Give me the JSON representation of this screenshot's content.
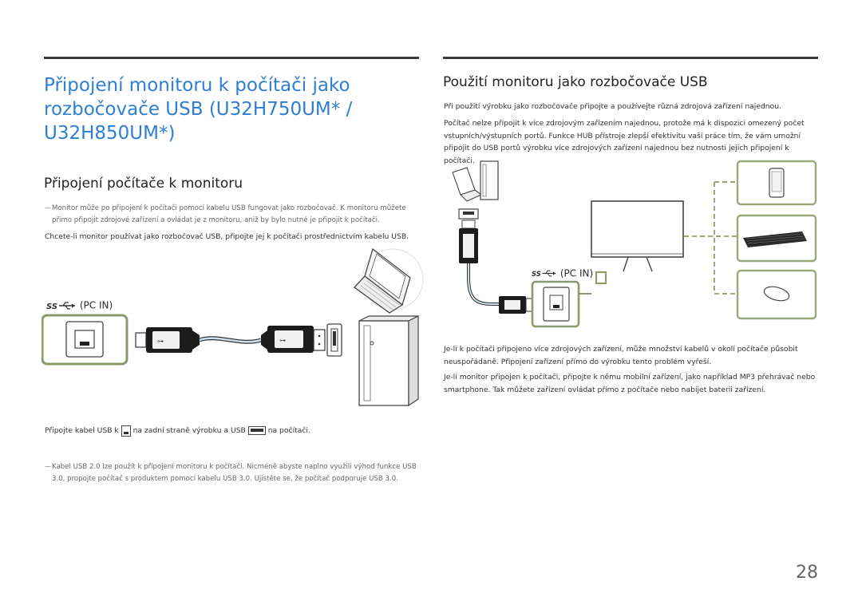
{
  "page": {
    "number": "28"
  },
  "left": {
    "title": "Připojení monitoru k počítači jako rozbočovače USB (U32H750UM* / U32H850UM*)",
    "section_heading": "Připojení počítače k monitoru",
    "note1": "Monitor může po připojení k počítači pomocí kabelu USB fungovat jako rozbočovač. K monitoru můžete přímo připojit zdrojové zařízení a ovládat je z monitoru, aniž by bylo nutné je připojit k počítači.",
    "instruction": "Chcete-li monitor používat jako rozbočovač USB, připojte jej k počítači prostřednictvím kabelu USB.",
    "port_label": "(PC IN)",
    "caption_part1": "Připojte kabel USB k",
    "caption_part2": "na zadní straně výrobku a USB",
    "caption_part3": "na počítači.",
    "note2": "Kabel USB 2.0 lze použít k připojení monitoru k počítači. Nicméně abyste naplno využili výhod funkce USB 3.0, propojte počítač s produktem pomocí kabelu USB 3.0. Ujistěte se, že počítač podporuje USB 3.0."
  },
  "right": {
    "section_heading": "Použití monitoru jako rozbočovače USB",
    "para1": "Při použití výrobku jako rozbočovače připojte a používejte různá zdrojová zařízení najednou.",
    "para2": "Počítač nelze připojit k více zdrojovým zařízením najednou, protože má k dispozici omezený počet vstupních/výstupních portů. Funkce HUB přístroje zlepší efektivitu vaší práce tím, že vám umožní připojit do USB portů výrobku více zdrojových zařízení najednou bez nutnosti jejich připojení k počítači.",
    "port_label": "(PC IN)",
    "para3": "Je-li k počítači připojeno více zdrojových zařízení, může množství kabelů v okolí počítače působit neuspořádaně. Připojení zařízení přímo do výrobku tento problém vyřeší.",
    "para4": "Je-li monitor připojen k počítači, připojte k němu mobilní zařízení, jako například MP3 přehrávač nebo smartphone. Tak můžete zařízení ovládat přímo z počítače nebo nabíjet baterii zařízení."
  },
  "colors": {
    "title_blue": "#2e7fd3",
    "frame_green": "#8a9a6a",
    "dashed_green": "#9aa87a"
  },
  "icons": [
    "superspeed-usb-icon",
    "laptop-icon",
    "desktop-tower-icon",
    "usb-cable-icon",
    "monitor-icon",
    "smartphone-icon",
    "keyboard-icon",
    "mouse-icon",
    "usb-b-port-icon",
    "usb-a-port-icon"
  ]
}
